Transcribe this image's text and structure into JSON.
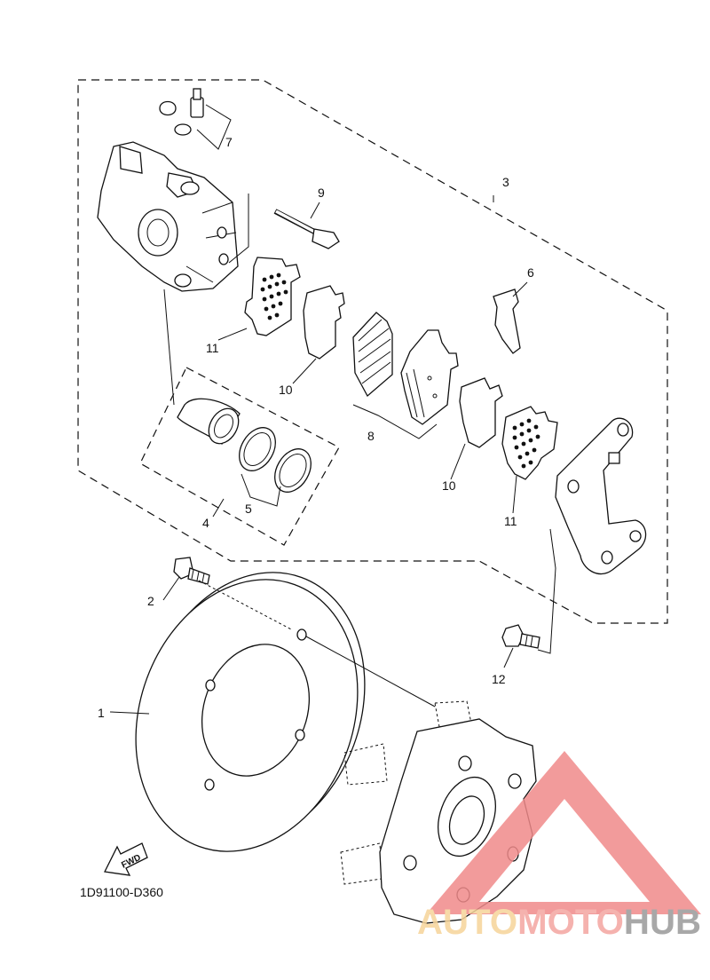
{
  "callouts": [
    "1",
    "2",
    "3",
    "4",
    "5",
    "6",
    "7",
    "8",
    "9",
    "10",
    "10",
    "11",
    "11",
    "12"
  ],
  "diagram_code": "1D91100-D360",
  "fwd_label": "FWD",
  "watermark": {
    "part1": "AUTO",
    "part2": "MOTO",
    "part3": "HUB",
    "color_auto": "#f6d49a",
    "color_moto": "#f4a5a0",
    "color_hub": "#9a9a9a",
    "triangle_color": "#f08a8a"
  }
}
